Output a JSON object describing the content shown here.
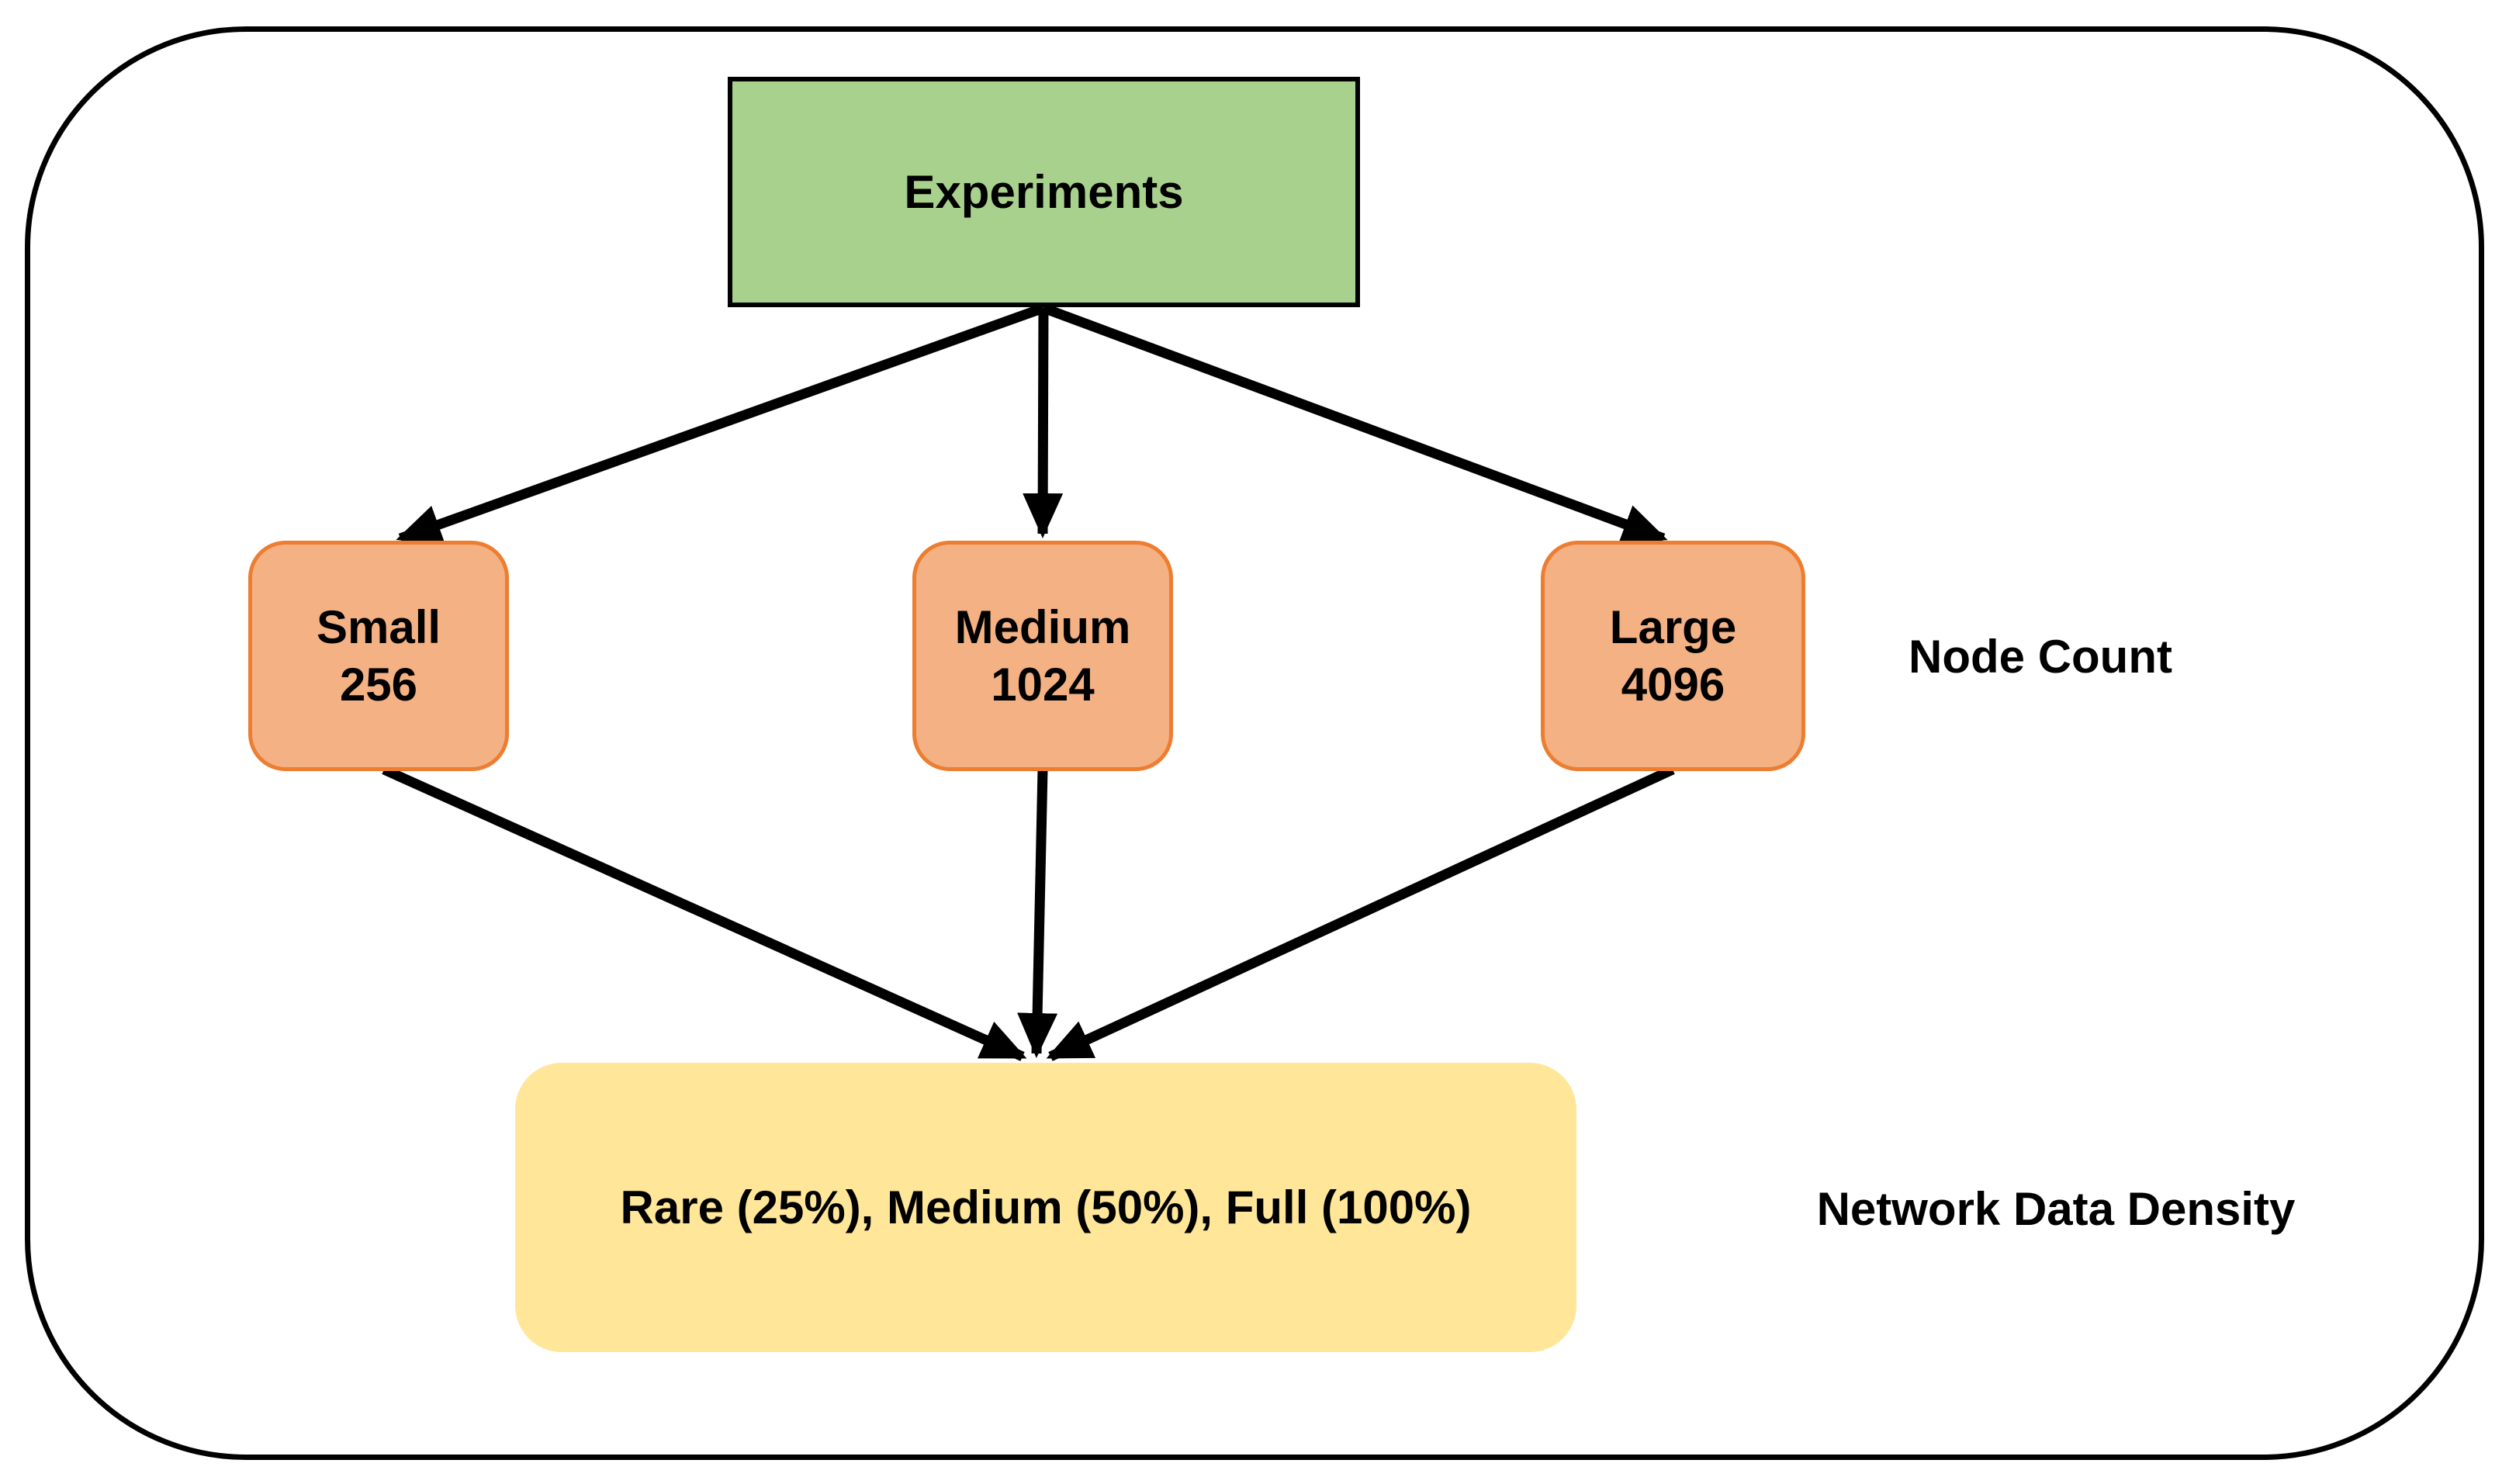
{
  "diagram": {
    "root": {
      "label": "Experiments"
    },
    "nodes": [
      {
        "title": "Small",
        "value": "256"
      },
      {
        "title": "Medium",
        "value": "1024"
      },
      {
        "title": "Large",
        "value": "4096"
      }
    ],
    "level_label": "Node Count",
    "outcome": {
      "label": "Rare (25%), Medium (50%), Full (100%)"
    },
    "outcome_label": "Network Data Density",
    "edges": [
      {
        "from": "experiments",
        "to": "small"
      },
      {
        "from": "experiments",
        "to": "medium"
      },
      {
        "from": "experiments",
        "to": "large"
      },
      {
        "from": "small",
        "to": "network-data-density"
      },
      {
        "from": "medium",
        "to": "network-data-density"
      },
      {
        "from": "large",
        "to": "network-data-density"
      }
    ]
  },
  "colors": {
    "root-fill": "#A9D18E",
    "root-border": "#000000",
    "node-fill": "#F4B183",
    "node-border": "#ED7D31",
    "outcome-fill": "#FFE699",
    "arrow": "#000000",
    "text": "#000000",
    "frame": "#000000",
    "background": "#FFFFFF"
  }
}
